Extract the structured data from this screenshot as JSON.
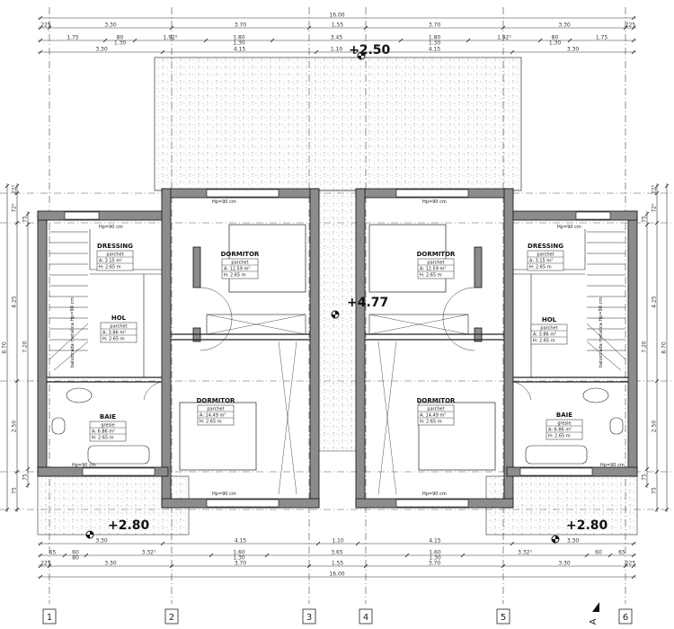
{
  "levels": {
    "roof": "+2.50",
    "ridge": "+4.77",
    "terrace_left": "+2.80",
    "terrace_right": "+2.80"
  },
  "axes": [
    "1",
    "2",
    "3",
    "4",
    "5",
    "6"
  ],
  "section_marker": "A",
  "dims_top": {
    "total": [
      "16.00"
    ],
    "axes": [
      ".225",
      "3.30",
      "3.70",
      "1.55",
      "3.70",
      "3.30",
      ".225"
    ],
    "openings": [
      "1.75",
      "80\n1.30",
      "1.92⁵",
      "1.80\n1.30",
      "3.45",
      "1.80\n1.30",
      "1.92⁵",
      "80\n1.30",
      "1.75"
    ],
    "volumes": [
      "3.30",
      "4.15",
      "1.10",
      "4.15",
      "3.30"
    ]
  },
  "dims_bottom": {
    "volumes": [
      "3.30",
      "4.15",
      "1.10",
      "4.15",
      "3.30"
    ],
    "openings": [
      "65",
      "60\n80",
      "3.32⁵",
      "1.60\n1.30",
      "3.65",
      "1.60\n1.30",
      "3.32⁵",
      "60",
      "65"
    ],
    "axes": [
      ".225",
      "3.30",
      "3.70",
      "1.55",
      "3.70",
      "3.30",
      ".225"
    ],
    "total": [
      "16.00"
    ]
  },
  "dims_side": {
    "total": [
      "8.70"
    ],
    "axes": [
      "22⁵",
      "72⁵",
      "4.25",
      "2.50",
      "75",
      "22⁵"
    ],
    "walls": [
      "75",
      "7.20",
      "75"
    ]
  },
  "rooms": [
    {
      "name": "DRESSING",
      "floor": "parchet",
      "area": "A: 3.15 m²",
      "height": "H: 2.65 m"
    },
    {
      "name": "HOL",
      "floor": "parchet",
      "area": "A: 3.86 m²",
      "height": "H: 2.65 m"
    },
    {
      "name": "BAIE",
      "floor": "gresie",
      "area": "A: 6.86 m²",
      "height": "H: 2.65 m"
    },
    {
      "name": "DORMITOR",
      "floor": "parchet",
      "area": "A: 12.59 m²",
      "height": "H: 2.65 m"
    },
    {
      "name": "DORMITOR",
      "floor": "parchet",
      "area": "A: 14.49 m²",
      "height": "H: 2.65 m"
    }
  ],
  "notes": {
    "window_sill": "Hp=90 cm",
    "railing": "balustrada metalica Hp=90 cm"
  },
  "colors": {
    "wall": "#8c8c8c",
    "line": "#222222",
    "hatch": "#777777"
  }
}
